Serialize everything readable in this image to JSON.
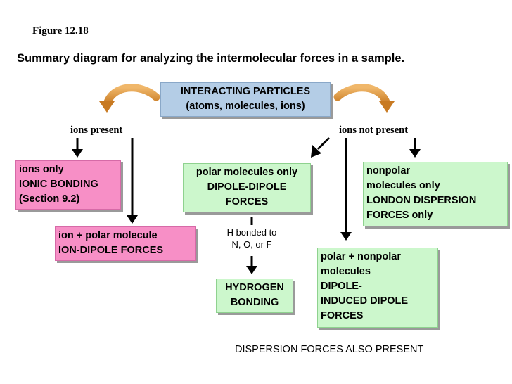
{
  "figure_label": "Figure 12.18",
  "title": "Summary diagram for analyzing the intermolecular forces in a sample.",
  "top_box": {
    "lines": [
      "INTERACTING PARTICLES",
      "(atoms, molecules, ions)"
    ]
  },
  "branch_left_label": "ions present",
  "branch_right_label": "ions not present",
  "ions_only_box": {
    "lines": [
      "ions only",
      "IONIC BONDING",
      "(Section 9.2)"
    ]
  },
  "ion_polar_box": {
    "lines": [
      "ion + polar molecule",
      "ION-DIPOLE FORCES"
    ]
  },
  "polar_only_box": {
    "lines": [
      "polar molecules only",
      "DIPOLE-DIPOLE",
      "FORCES"
    ]
  },
  "h_bond_condition": {
    "lines": [
      "H bonded to",
      "N, O, or F"
    ]
  },
  "hydrogen_bonding_box": {
    "lines": [
      "HYDROGEN",
      "BONDING"
    ]
  },
  "nonpolar_box": {
    "lines": [
      "nonpolar",
      "molecules only",
      "LONDON DISPERSION",
      "FORCES only"
    ]
  },
  "polar_nonpolar_box": {
    "lines": [
      "polar + nonpolar",
      "molecules",
      "DIPOLE-",
      "INDUCED DIPOLE",
      "FORCES"
    ]
  },
  "footer_note": "DISPERSION FORCES ALSO PRESENT",
  "colors": {
    "top_box": "#b4cde6",
    "ionic_boxes": "#f78fc6",
    "molecular_boxes": "#ccf7cc",
    "curved_arrows": "#d9902e"
  }
}
